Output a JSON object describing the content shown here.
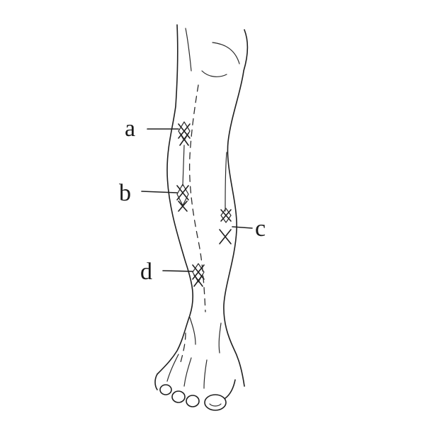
{
  "labels": {
    "a": "a",
    "b": "b",
    "c": "c",
    "d": "d"
  },
  "colors": {
    "ink": "#1f1f1f",
    "background": "#ffffff"
  }
}
